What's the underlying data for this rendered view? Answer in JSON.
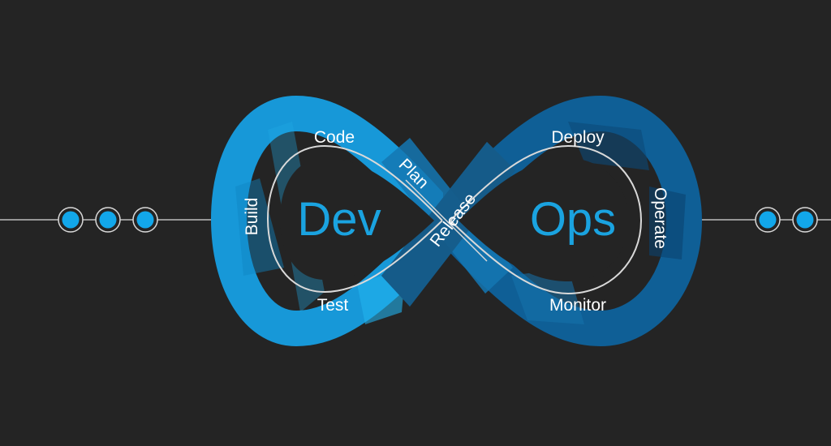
{
  "colors": {
    "background": "#242424",
    "outline": "#d9d9d9",
    "dev_blue_light": "#1fa8e6",
    "dev_blue_mid": "#168fd0",
    "ops_blue_dark": "#0d4f7e",
    "ops_blue_mid": "#116aa1",
    "dot": "#12a7ea",
    "text": "#ffffff",
    "big_text": "#1aa3e0"
  },
  "diagram": {
    "left_word": "Dev",
    "right_word": "Ops",
    "stages": {
      "code": "Code",
      "plan": "Plan",
      "build": "Build",
      "test": "Test",
      "release": "Release",
      "deploy": "Deploy",
      "operate": "Operate",
      "monitor": "Monitor"
    }
  },
  "connectors": {
    "left_dot_count": 3,
    "right_dot_count": 2
  }
}
